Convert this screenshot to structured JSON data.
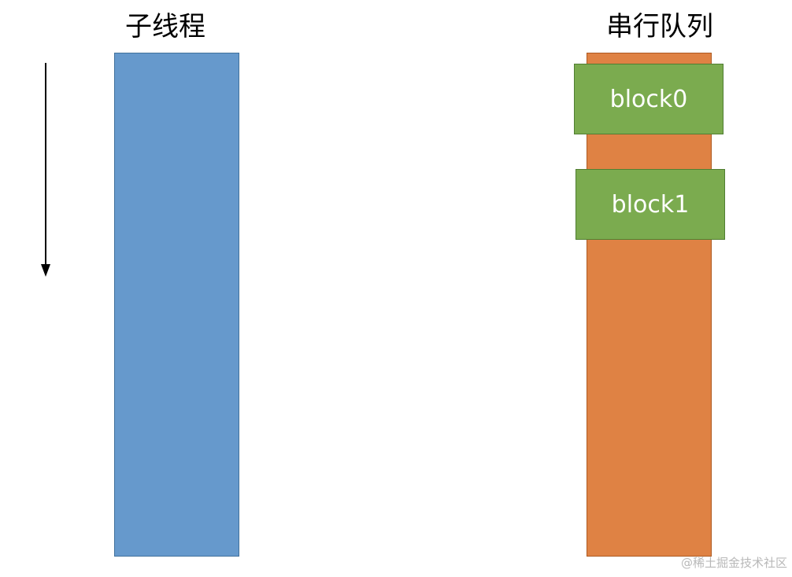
{
  "thread": {
    "label": "子线程",
    "color": "#6699cc"
  },
  "queue": {
    "label": "串行队列",
    "color": "#df8244",
    "blocks": [
      {
        "label": "block0",
        "color": "#7bab4f"
      },
      {
        "label": "block1",
        "color": "#7bab4f"
      }
    ]
  },
  "watermark": "@稀土掘金技术社区"
}
